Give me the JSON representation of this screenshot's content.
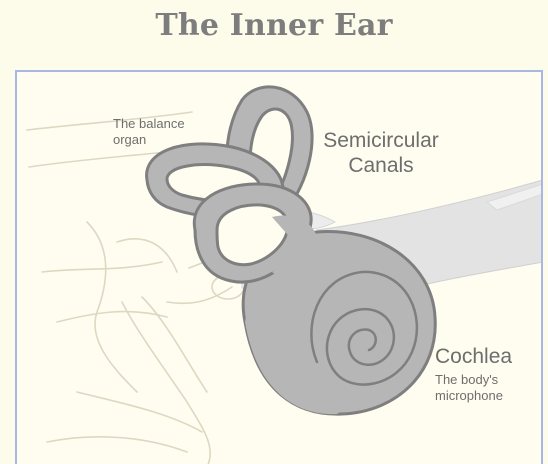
{
  "title": "The Inner Ear",
  "labels": {
    "balance_organ_line1": "The balance",
    "balance_organ_line2": "organ",
    "semicircular_line1": "Semicircular",
    "semicircular_line2": "Canals",
    "cochlea": "Cochlea",
    "cochlea_desc_line1": "The body's",
    "cochlea_desc_line2": "microphone"
  },
  "colors": {
    "background": "#fdfbea",
    "frame_border": "#a9b7e6",
    "canal_fill": "#b6b6b6",
    "canal_stroke": "#7f7f7f",
    "nerve_fill": "#dedede",
    "text": "#6e6e6e",
    "sketch_lines": "#ddd8c2"
  }
}
